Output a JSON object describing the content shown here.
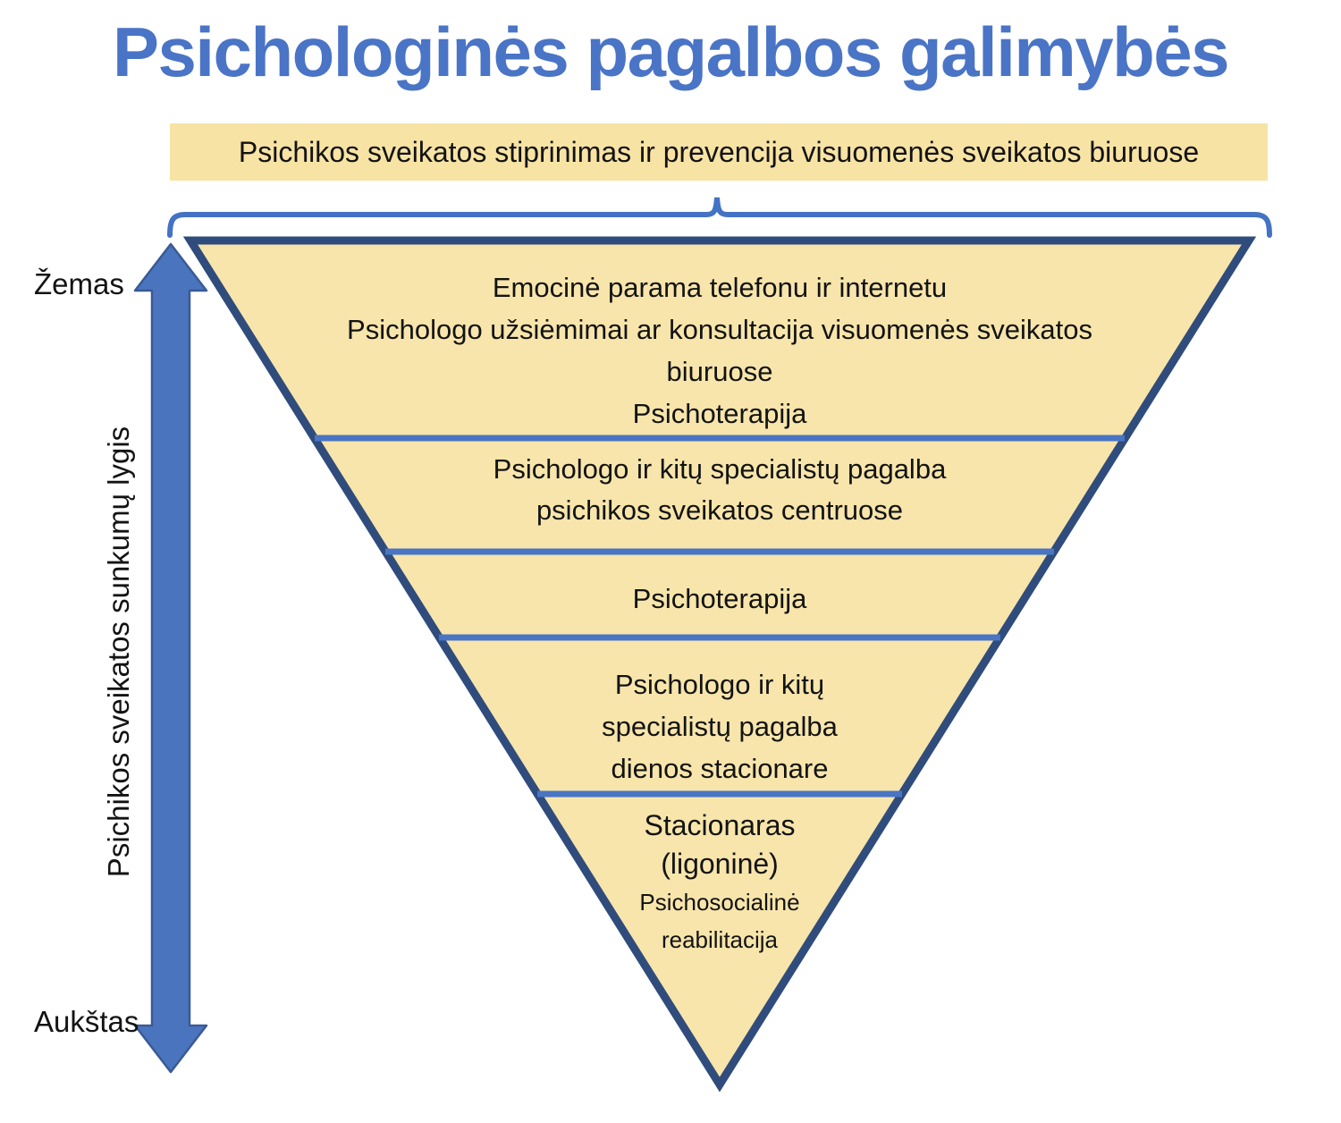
{
  "title": "Psichologinės pagalbos galimybės",
  "banner": {
    "label": "Psichikos sveikatos stiprinimas ir prevencija visuomenės sveikatos biuruose"
  },
  "axis": {
    "top_label": "Žemas",
    "bottom_label": "Aukštas",
    "axis_label": "Psichikos sveikatos sunkumų lygis"
  },
  "pyramid": {
    "levels": [
      {
        "name": "level-1",
        "lines": [
          "Emocinė parama telefonu ir internetu",
          "Psichologo užsiėmimai ar konsultacija visuomenės sveikatos",
          "biuruose",
          "Psichoterapija"
        ]
      },
      {
        "name": "level-2",
        "lines": [
          "Psichologo ir kitų specialistų pagalba",
          "psichikos sveikatos centruose"
        ]
      },
      {
        "name": "level-3",
        "lines": [
          "Psichoterapija"
        ]
      },
      {
        "name": "level-4",
        "lines": [
          "Psichologo ir kitų",
          "specialistų pagalba",
          "dienos stacionare"
        ]
      },
      {
        "name": "level-5",
        "lines": [
          "Stacionaras",
          "(ligoninė)"
        ],
        "sublines": [
          "Psichosocialinė",
          "reabilitacija"
        ]
      }
    ]
  },
  "colors": {
    "title_blue": "#4A74C6",
    "brace_blue": "#4472C4",
    "divider_blue": "#4A74C4",
    "pyramid_fill": "#F7E5AB",
    "banner_fill": "#F7E3A4",
    "pyramid_border": "#2F4C7C",
    "arrow_fill": "#4A74BE",
    "arrow_border": "#3A5A94",
    "text_black": "#131313"
  }
}
